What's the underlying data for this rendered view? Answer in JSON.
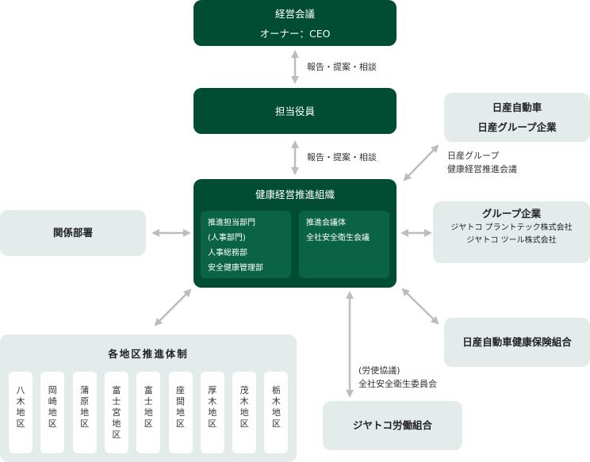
{
  "colors": {
    "dark_box": "#004d33",
    "inner_box": "#0a6344",
    "light_box": "#e4eceb",
    "arrow": "#bdbdbd"
  },
  "executive_meeting": {
    "title": "経営会議",
    "subtitle": "オーナー：CEO"
  },
  "arrow_label_1": "報告・提案・相談",
  "officer": {
    "title": "担当役員"
  },
  "arrow_label_2": "報告・提案・相談",
  "health_org": {
    "title": "健康経営推進組織",
    "left_panel": [
      "推進担当部門",
      "(人事部門)",
      "人事総務部",
      "安全健康管理部"
    ],
    "right_panel": [
      "推進会議体",
      "全社安全衛生会議"
    ]
  },
  "nissan": {
    "lines": [
      "日産自動車",
      "日産グループ企業"
    ]
  },
  "nissan_arrow_label": [
    "日産グループ",
    "健康経営推進会議"
  ],
  "related_depts": {
    "title": "関係部署"
  },
  "group_companies": {
    "title": "グループ企業",
    "lines": [
      "ジヤトコ プラントテック株式会社",
      "ジヤトコ ツール株式会社"
    ]
  },
  "health_insurance": {
    "title": "日産自動車健康保険組合"
  },
  "union_arrow_label": [
    "(労使協議)",
    "全社安全衛生委員会"
  ],
  "labor_union": {
    "title": "ジヤトコ労働組合"
  },
  "regional": {
    "title": "各地区推進体制",
    "districts": [
      "八木地区",
      "岡崎地区",
      "蒲原地区",
      "富士宮地区",
      "富士地区",
      "座間地区",
      "厚木地区",
      "茂木地区",
      "栃木地区"
    ]
  }
}
